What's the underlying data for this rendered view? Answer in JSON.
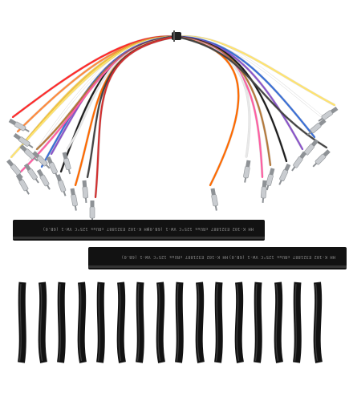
{
  "product": {
    "sleeve_print": "HH K-102 E321887 cRUus 125°C VW-1 (6B.0)",
    "tube_count": 16,
    "wire_count_left": 14,
    "wire_count_right": 10
  },
  "colors": {
    "background": "#ffffff",
    "sleeve": "#121212",
    "sleeve_highlight": "#3a3a3a",
    "terminal_silver": "#c9ccd0",
    "terminal_shadow": "#8e9296",
    "wires": [
      "#ff2a2a",
      "#ff8a3d",
      "#f4c542",
      "#ffe36e",
      "#ffffff",
      "#3a6fd6",
      "#8a55c9",
      "#1e1e1e",
      "#b57a3c",
      "#ff5fa2",
      "#e8e8e8",
      "#ff6a00",
      "#444444",
      "#d13030"
    ]
  },
  "icons": {
    "tie": "wire-tie-icon",
    "terminal": "crimp-terminal-icon"
  }
}
